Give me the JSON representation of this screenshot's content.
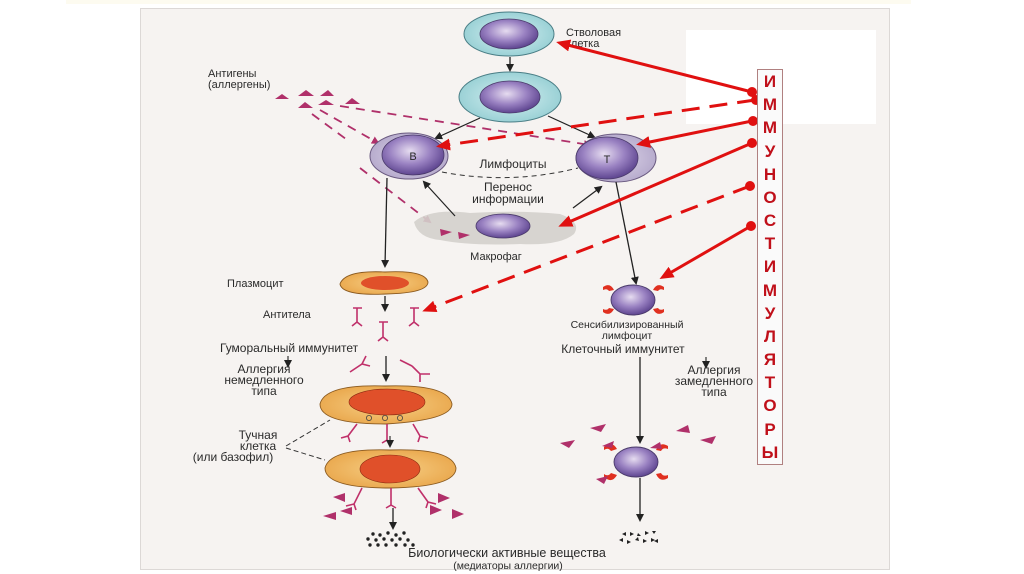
{
  "diagram": {
    "labels": {
      "stem_cell": [
        "Стволовая",
        "клетка"
      ],
      "antigens": [
        "Антигены",
        "(аллергены)"
      ],
      "b_cell": "B",
      "t_cell": "T",
      "lymphocytes": "Лимфоциты",
      "info_transfer": [
        "Перенос",
        "информации"
      ],
      "macrophage": "Макрофаг",
      "plasmocyte": "Плазмоцит",
      "antibodies": "Антитела",
      "humoral_immunity": "Гуморальный иммунитет",
      "immediate_allergy": [
        "Аллергия",
        "немедленного",
        "типа"
      ],
      "mast_cell": [
        "Тучная",
        "клетка",
        "(или базофил)"
      ],
      "sensitized_lymphocyte": [
        "Сенсибилизированный",
        "лимфоцит"
      ],
      "cellular_immunity": "Клеточный иммунитет",
      "delayed_allergy": [
        "Аллергия",
        "замедленного",
        "типа"
      ],
      "bioactive": "Биологически активные вещества",
      "mediators": "(медиаторы аллергии)"
    },
    "immunostimulators": {
      "word": "ИММУНОСТИМУЛЯТОРЫ",
      "letters": [
        "И",
        "М",
        "М",
        "У",
        "Н",
        "О",
        "С",
        "Т",
        "И",
        "М",
        "У",
        "Л",
        "Я",
        "Т",
        "О",
        "Р",
        "Ы"
      ]
    },
    "colors": {
      "accent_red": "#e01010",
      "cell_purple": "#8e76b8",
      "cell_cyan": "#a9d8dc",
      "antigen_magenta": "#b0306a",
      "mast_orange": "#f2b860",
      "nucleus_red": "#e0502a"
    }
  }
}
